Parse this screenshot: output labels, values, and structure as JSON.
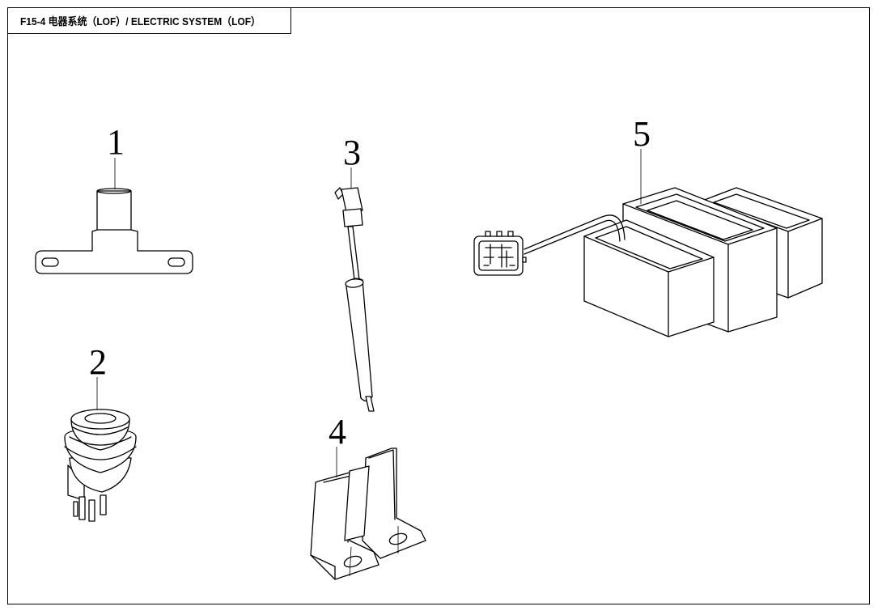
{
  "header": {
    "title": "F15-4 电器系统（LOF）/ ELECTRIC SYSTEM（LOF）"
  },
  "parts": [
    {
      "label": "1",
      "icon": "license-plate-bracket-icon"
    },
    {
      "label": "2",
      "icon": "push-switch-icon"
    },
    {
      "label": "3",
      "icon": "sensor-harness-icon"
    },
    {
      "label": "4",
      "icon": "mounting-bracket-icon"
    },
    {
      "label": "5",
      "icon": "relay-block-icon"
    }
  ]
}
